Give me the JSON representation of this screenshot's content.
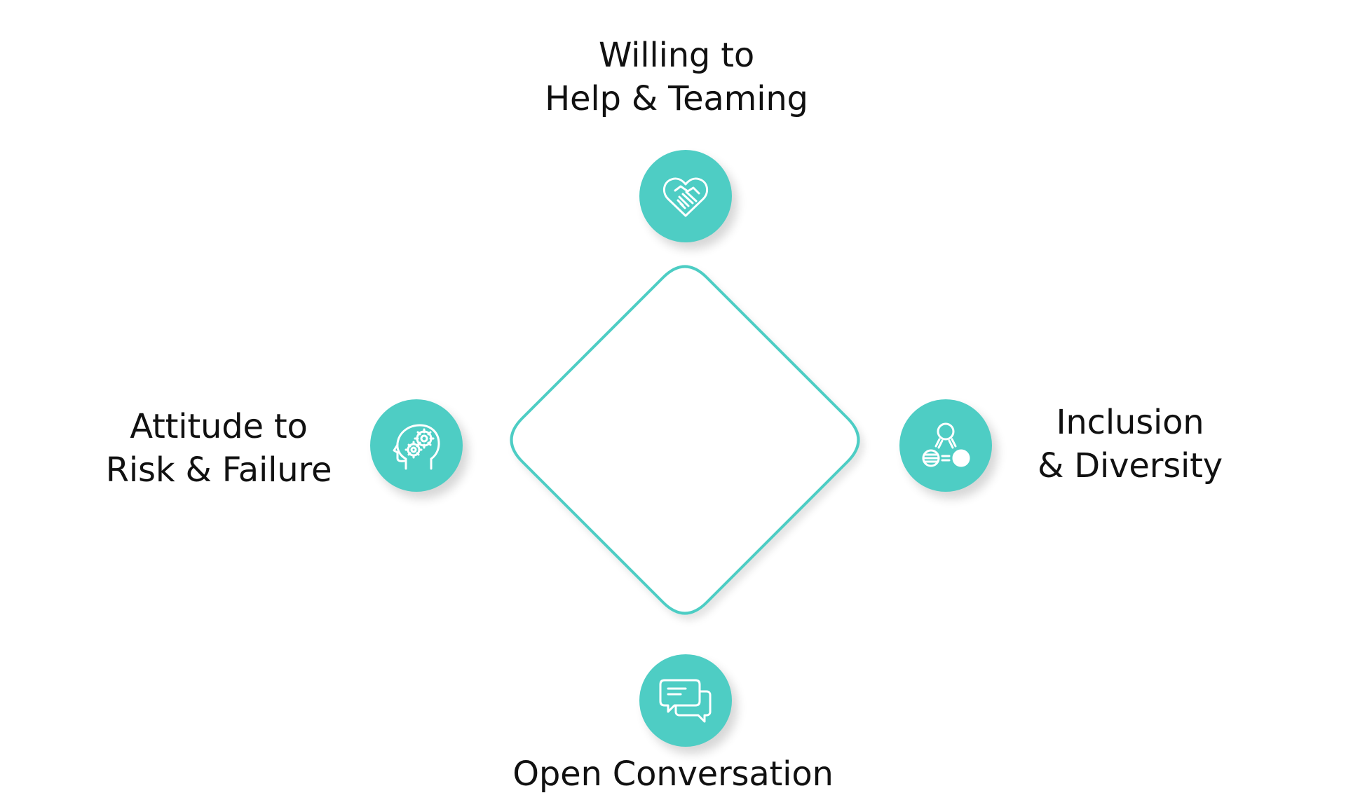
{
  "diagram": {
    "accent_color": "#4ecdc4",
    "outline_color": "#4ecdc4",
    "nodes": {
      "top": {
        "lines": [
          "Willing to",
          "Help & Teaming"
        ],
        "icon": "handshake-heart-icon"
      },
      "left": {
        "lines": [
          "Attitude to",
          "Risk & Failure"
        ],
        "icon": "head-gears-icon"
      },
      "right": {
        "lines": [
          "Inclusion",
          "& Diversity"
        ],
        "icon": "diversity-network-icon"
      },
      "bottom": {
        "lines": [
          "Open Conversation"
        ],
        "icon": "chat-bubbles-icon"
      }
    }
  }
}
